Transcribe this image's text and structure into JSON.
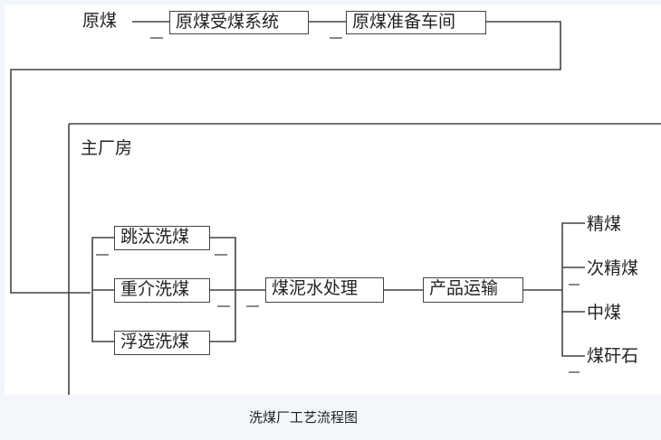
{
  "title": "洗煤厂工艺流程图",
  "colors": {
    "line": "#444444",
    "background": "#f3f7fc",
    "canvas": "#ffffff"
  },
  "top_flow": {
    "source": "原煤",
    "steps": [
      "原煤受煤系统",
      "原煤准备车间"
    ]
  },
  "main_plant": {
    "label": "主厂房",
    "washing_methods": [
      "跳汰洗煤",
      "重介洗煤",
      "浮选洗煤"
    ],
    "slurry": "煤泥水处理",
    "transport": "产品运输",
    "products": [
      "精煤",
      "次精煤",
      "中煤",
      "煤矸石"
    ]
  }
}
